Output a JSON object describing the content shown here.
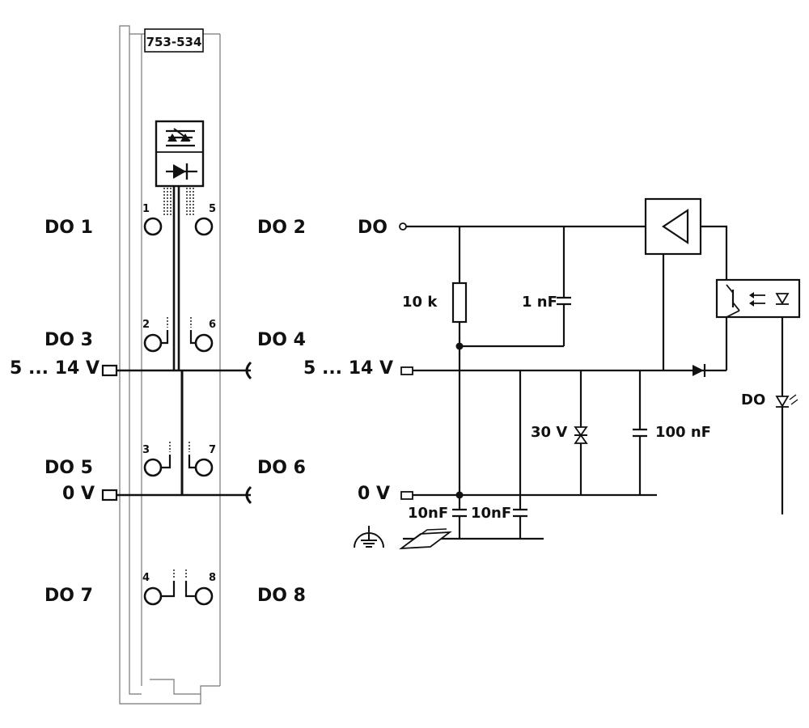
{
  "module": {
    "model": "753-534",
    "pins": [
      "1",
      "2",
      "3",
      "4",
      "5",
      "6",
      "7",
      "8"
    ]
  },
  "left_labels": {
    "do1": "DO 1",
    "do2": "DO 2",
    "do3": "DO 3",
    "do4": "DO 4",
    "do5": "DO 5",
    "do6": "DO 6",
    "do7": "DO 7",
    "do8": "DO 8",
    "supply": "5 ... 14 V",
    "ground": "0 V"
  },
  "schematic": {
    "do_input": "DO",
    "supply": "5 ... 14 V",
    "ground": "0 V",
    "r1": "10 k",
    "c1": "1 nF",
    "zener": "30 V",
    "c2": "100 nF",
    "c3": "10nF",
    "c4": "10nF",
    "led": "DO"
  },
  "colors": {
    "line": "#111111",
    "frame": "#777777",
    "background": "#ffffff"
  }
}
